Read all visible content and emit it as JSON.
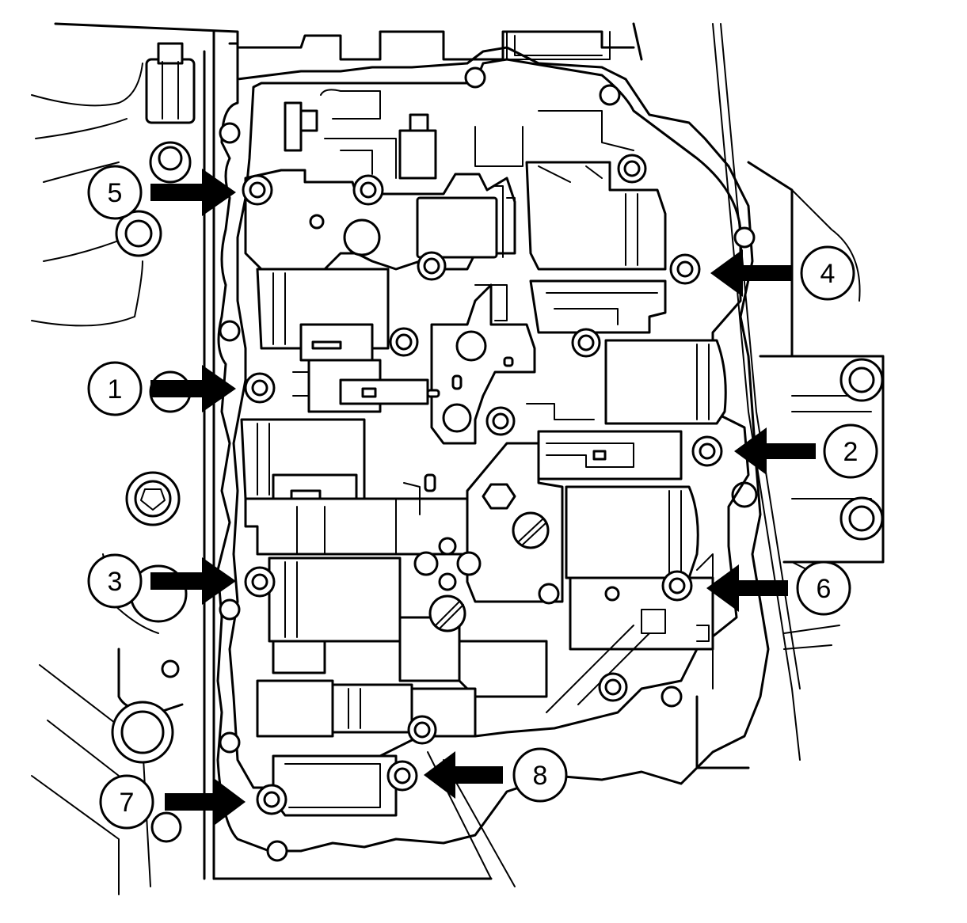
{
  "callouts": [
    {
      "id": "5",
      "label": "5"
    },
    {
      "id": "4",
      "label": "4"
    },
    {
      "id": "1",
      "label": "1"
    },
    {
      "id": "2",
      "label": "2"
    },
    {
      "id": "3",
      "label": "3"
    },
    {
      "id": "6",
      "label": "6"
    },
    {
      "id": "7",
      "label": "7"
    },
    {
      "id": "8",
      "label": "8"
    }
  ],
  "colors": {
    "line": "#000000",
    "background": "#ffffff"
  }
}
